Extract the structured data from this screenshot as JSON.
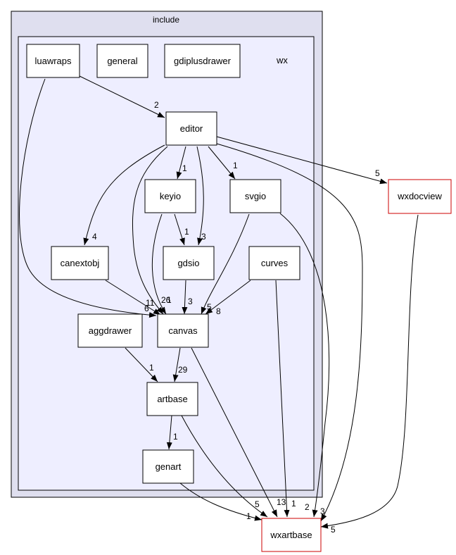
{
  "clusters": [
    {
      "id": "include",
      "label": "include"
    },
    {
      "id": "wx",
      "label": "wx"
    }
  ],
  "nodes": [
    {
      "id": "luawraps",
      "label": "luawraps",
      "external": false
    },
    {
      "id": "general",
      "label": "general",
      "external": false
    },
    {
      "id": "gdiplusdrawer",
      "label": "gdiplusdrawer",
      "external": false
    },
    {
      "id": "editor",
      "label": "editor",
      "external": false
    },
    {
      "id": "keyio",
      "label": "keyio",
      "external": false
    },
    {
      "id": "svgio",
      "label": "svgio",
      "external": false
    },
    {
      "id": "canextobj",
      "label": "canextobj",
      "external": false
    },
    {
      "id": "gdsio",
      "label": "gdsio",
      "external": false
    },
    {
      "id": "curves",
      "label": "curves",
      "external": false
    },
    {
      "id": "aggdrawer",
      "label": "aggdrawer",
      "external": false
    },
    {
      "id": "canvas",
      "label": "canvas",
      "external": false
    },
    {
      "id": "artbase",
      "label": "artbase",
      "external": false
    },
    {
      "id": "genart",
      "label": "genart",
      "external": false
    },
    {
      "id": "wxdocview",
      "label": "wxdocview",
      "external": true
    },
    {
      "id": "wxartbase",
      "label": "wxartbase",
      "external": true
    }
  ],
  "edges": [
    {
      "id": "luawraps-editor",
      "from": "luawraps",
      "to": "editor",
      "label": "2"
    },
    {
      "id": "luawraps-canvas",
      "from": "luawraps",
      "to": "canvas",
      "label": "6"
    },
    {
      "id": "editor-keyio",
      "from": "editor",
      "to": "keyio",
      "label": "1"
    },
    {
      "id": "editor-svgio",
      "from": "editor",
      "to": "svgio",
      "label": "1"
    },
    {
      "id": "editor-canextobj",
      "from": "editor",
      "to": "canextobj",
      "label": "4"
    },
    {
      "id": "editor-gdsio",
      "from": "editor",
      "to": "gdsio",
      "label": "3"
    },
    {
      "id": "editor-canvas",
      "from": "editor",
      "to": "canvas",
      "label": "26"
    },
    {
      "id": "editor-wxdocview",
      "from": "editor",
      "to": "wxdocview",
      "label": "5"
    },
    {
      "id": "editor-wxartbase",
      "from": "editor",
      "to": "wxartbase",
      "label": "2"
    },
    {
      "id": "keyio-gdsio",
      "from": "keyio",
      "to": "gdsio",
      "label": "1"
    },
    {
      "id": "keyio-canvas",
      "from": "keyio",
      "to": "canvas",
      "label": "1"
    },
    {
      "id": "svgio-canvas",
      "from": "svgio",
      "to": "canvas",
      "label": "5"
    },
    {
      "id": "svgio-wxartbase",
      "from": "svgio",
      "to": "wxartbase",
      "label": "3"
    },
    {
      "id": "canextobj-canvas",
      "from": "canextobj",
      "to": "canvas",
      "label": "11"
    },
    {
      "id": "gdsio-canvas",
      "from": "gdsio",
      "to": "canvas",
      "label": "3"
    },
    {
      "id": "curves-canvas",
      "from": "curves",
      "to": "canvas",
      "label": "8"
    },
    {
      "id": "curves-wxartbase",
      "from": "curves",
      "to": "wxartbase",
      "label": "1"
    },
    {
      "id": "aggdrawer-artbase",
      "from": "aggdrawer",
      "to": "artbase",
      "label": "1"
    },
    {
      "id": "canvas-artbase",
      "from": "canvas",
      "to": "artbase",
      "label": "29"
    },
    {
      "id": "canvas-wxartbase",
      "from": "canvas",
      "to": "wxartbase",
      "label": "13"
    },
    {
      "id": "artbase-genart",
      "from": "artbase",
      "to": "genart",
      "label": "1"
    },
    {
      "id": "artbase-wxartbase",
      "from": "artbase",
      "to": "wxartbase",
      "label": "5"
    },
    {
      "id": "genart-wxartbase",
      "from": "genart",
      "to": "wxartbase",
      "label": "1"
    },
    {
      "id": "wxdocview-wxartbase",
      "from": "wxdocview",
      "to": "wxartbase",
      "label": "5"
    }
  ],
  "colors": {
    "outer_cluster_fill": "#dfdfef",
    "inner_cluster_fill": "#eeeeff",
    "node_fill": "#ffffff",
    "node_border": "#000000",
    "external_border": "#cc0000",
    "edge": "#000000"
  }
}
